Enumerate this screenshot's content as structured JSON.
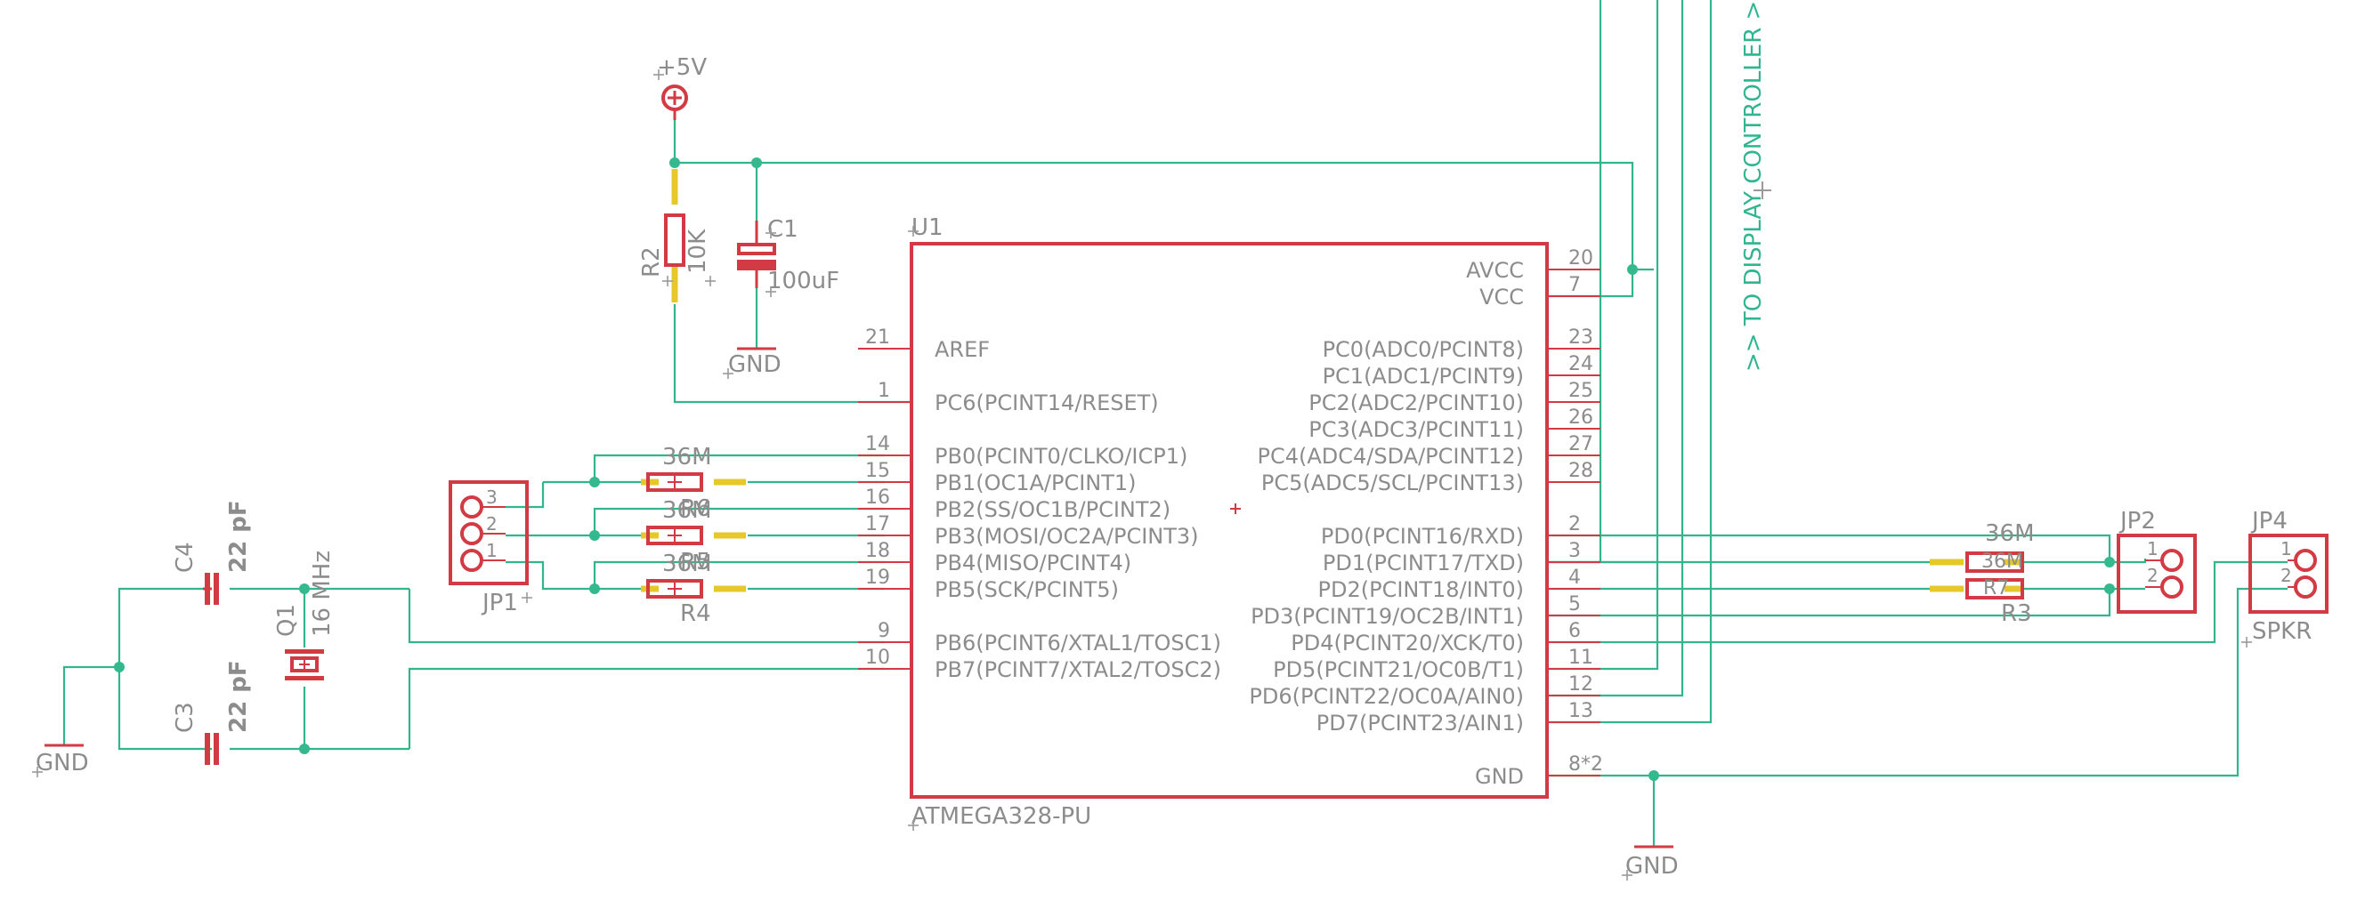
{
  "colors": {
    "wire": "#32b48d",
    "part": "#d23a44",
    "text": "#8c8c8c",
    "net_label": "#2fb590"
  },
  "power": {
    "v5": "+5V",
    "gnd1": "GND",
    "gnd2": "GND",
    "gnd3": "GND"
  },
  "u1": {
    "name": "U1",
    "value": "ATMEGA328-PU",
    "left_pins": [
      {
        "num": "21",
        "name": "AREF"
      },
      {
        "num": "1",
        "name": "PC6(PCINT14/RESET)"
      },
      {
        "num": "14",
        "name": "PB0(PCINT0/CLKO/ICP1)"
      },
      {
        "num": "15",
        "name": "PB1(OC1A/PCINT1)"
      },
      {
        "num": "16",
        "name": "PB2(SS/OC1B/PCINT2)"
      },
      {
        "num": "17",
        "name": "PB3(MOSI/OC2A/PCINT3)"
      },
      {
        "num": "18",
        "name": "PB4(MISO/PCINT4)"
      },
      {
        "num": "19",
        "name": "PB5(SCK/PCINT5)"
      },
      {
        "num": "9",
        "name": "PB6(PCINT6/XTAL1/TOSC1)"
      },
      {
        "num": "10",
        "name": "PB7(PCINT7/XTAL2/TOSC2)"
      }
    ],
    "right_pins": [
      {
        "num": "20",
        "name": "AVCC"
      },
      {
        "num": "7",
        "name": "VCC"
      },
      {
        "num": "23",
        "name": "PC0(ADC0/PCINT8)"
      },
      {
        "num": "24",
        "name": "PC1(ADC1/PCINT9)"
      },
      {
        "num": "25",
        "name": "PC2(ADC2/PCINT10)"
      },
      {
        "num": "26",
        "name": "PC3(ADC3/PCINT11)"
      },
      {
        "num": "27",
        "name": "PC4(ADC4/SDA/PCINT12)"
      },
      {
        "num": "28",
        "name": "PC5(ADC5/SCL/PCINT13)"
      },
      {
        "num": "2",
        "name": "PD0(PCINT16/RXD)"
      },
      {
        "num": "3",
        "name": "PD1(PCINT17/TXD)"
      },
      {
        "num": "4",
        "name": "PD2(PCINT18/INT0)"
      },
      {
        "num": "5",
        "name": "PD3(PCINT19/OC2B/INT1)"
      },
      {
        "num": "6",
        "name": "PD4(PCINT20/XCK/T0)"
      },
      {
        "num": "11",
        "name": "PD5(PCINT21/OC0B/T1)"
      },
      {
        "num": "12",
        "name": "PD6(PCINT22/OC0A/AIN0)"
      },
      {
        "num": "13",
        "name": "PD7(PCINT23/AIN1)"
      },
      {
        "num": "8*2",
        "name": "GND"
      }
    ]
  },
  "r2": {
    "name": "R2",
    "value": "10K"
  },
  "c1": {
    "name": "C1",
    "value": "100uF"
  },
  "r4": {
    "name": "R4",
    "value": "36M"
  },
  "r5": {
    "name": "R5",
    "value": "36M"
  },
  "r6": {
    "name": "R6",
    "value": "36M"
  },
  "r3": {
    "name": "R3",
    "value": "36M"
  },
  "r7": {
    "name": "R7",
    "value": "36M"
  },
  "jp1": {
    "name": "JP1",
    "pins": [
      "3",
      "2",
      "1"
    ]
  },
  "jp2": {
    "name": "JP2",
    "pins": [
      "1",
      "2"
    ]
  },
  "jp4": {
    "name": "JP4",
    "value": "SPKR",
    "pins": [
      "1",
      "2"
    ]
  },
  "c3": {
    "name": "C3",
    "value": "22 pF"
  },
  "c4": {
    "name": "C4",
    "value": "22 pF"
  },
  "q1": {
    "name": "Q1",
    "value": "16 MHz"
  },
  "net_label": ">> TO DISPLAY CONTROLLER >>"
}
